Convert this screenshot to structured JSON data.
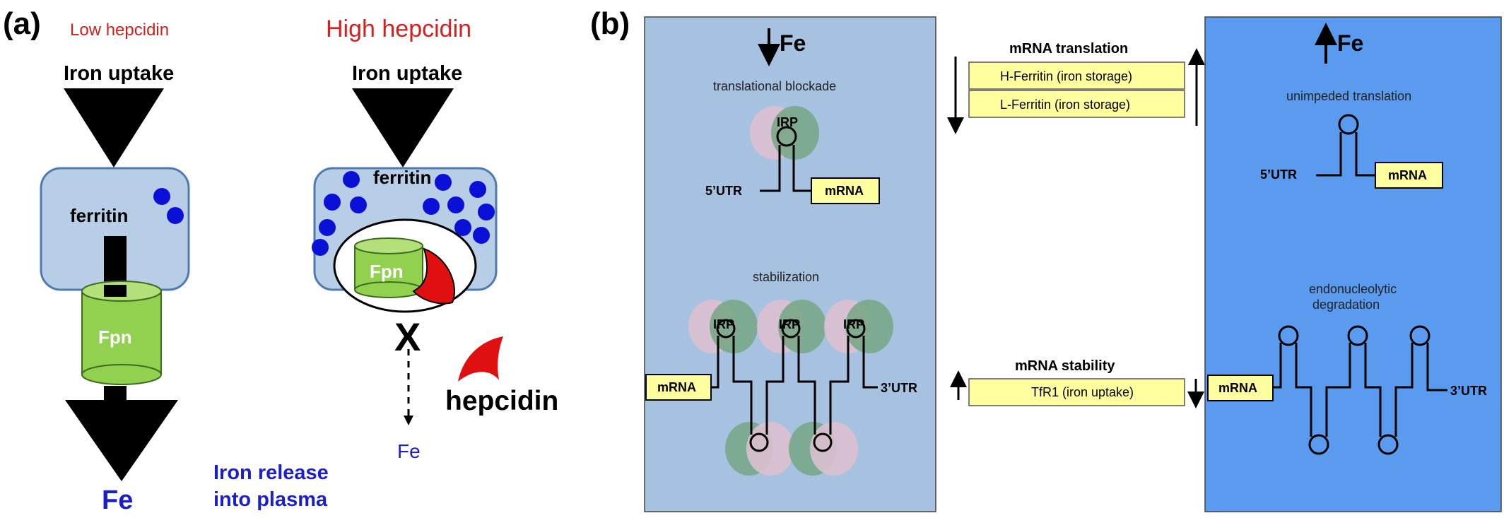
{
  "panel_a": {
    "label": "(a)",
    "left": {
      "title": "Low hepcidin",
      "uptake_label": "Iron uptake",
      "ferritin_label": "ferritin",
      "fpn_label": "Fpn",
      "fe_label": "Fe"
    },
    "right": {
      "title": "High hepcidin",
      "uptake_label": "Iron uptake",
      "ferritin_label": "ferritin",
      "fpn_label": "Fpn",
      "x_mark": "X",
      "fe_label": "Fe",
      "hepcidin_label": "hepcidin"
    },
    "release_line1": "Iron release",
    "release_line2": "into plasma"
  },
  "panel_b": {
    "label": "(b)",
    "left_box": {
      "fe_label": "Fe",
      "translation_caption": "translational blockade",
      "irp_label": "IRP",
      "utr5_label": "5’UTR",
      "mrna_label": "mRNA",
      "stability_caption": "stabilization",
      "utr3_label": "3’UTR"
    },
    "middle": {
      "translation_title": "mRNA translation",
      "h_ferritin": "H-Ferritin (iron storage)",
      "l_ferritin": "L-Ferritin (iron storage)",
      "stability_title": "mRNA stability",
      "tfr1": "TfR1 (iron uptake)"
    },
    "right_box": {
      "fe_label": "Fe",
      "translation_caption": "unimpeded translation",
      "utr5_label": "5’UTR",
      "mrna_label": "mRNA",
      "degradation_line1": "endonucleolytic",
      "degradation_line2": "degradation",
      "utr3_label": "3’UTR"
    }
  },
  "colors": {
    "cell_fill": "#b8cde6",
    "cell_stroke": "#4f7ab0",
    "dot_blue": "#0a10d6",
    "fpn_green": "#92d050",
    "hepcidin_red": "#e01010",
    "title_red": "#d42020",
    "release_blue": "#1b1fc9",
    "left_box_fill": "#a6c2e0",
    "right_box_fill": "#5b9bef",
    "label_yellow": "#ffffa0",
    "irp_pink": "#dcc0d0",
    "irp_green": "#74a684"
  }
}
